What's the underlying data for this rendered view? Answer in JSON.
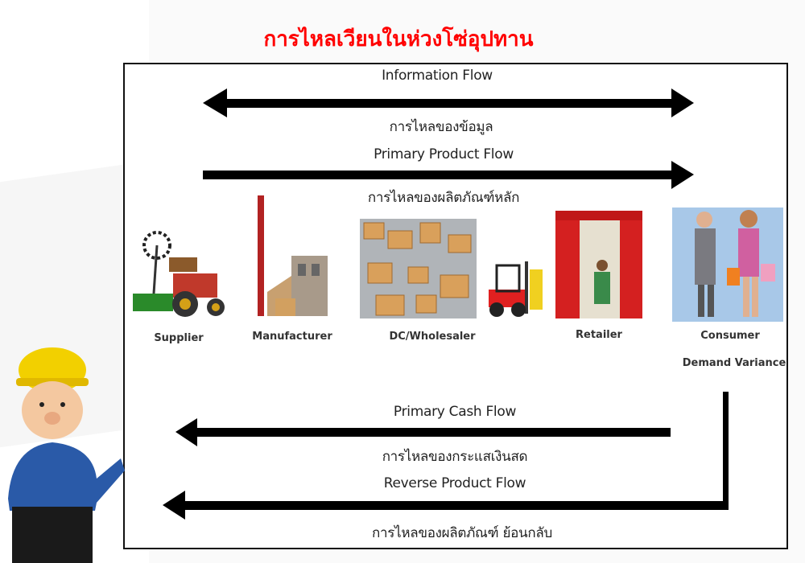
{
  "title": "การไหลเวียนในห่วงโซ่อุปทาน",
  "flows": {
    "information": {
      "en": "Information Flow",
      "th": "การไหลของข้อมูล"
    },
    "primary_product": {
      "en": "Primary Product Flow",
      "th": "การไหลของผลิตภัณฑ์หลัก"
    },
    "primary_cash": {
      "en": "Primary Cash Flow",
      "th": "การไหลของกระแสเงินสด"
    },
    "reverse_product": {
      "en": "Reverse Product Flow",
      "th": "การไหลของผลิตภัณฑ์ ย้อนกลับ"
    }
  },
  "entities": {
    "supplier": "Supplier",
    "manufacturer": "Manufacturer",
    "wholesaler": "DC/Wholesaler",
    "retailer": "Retailer",
    "consumer": "Consumer",
    "demand": "Demand Variance"
  },
  "colors": {
    "title": "#ff0000",
    "arrow": "#000000"
  }
}
